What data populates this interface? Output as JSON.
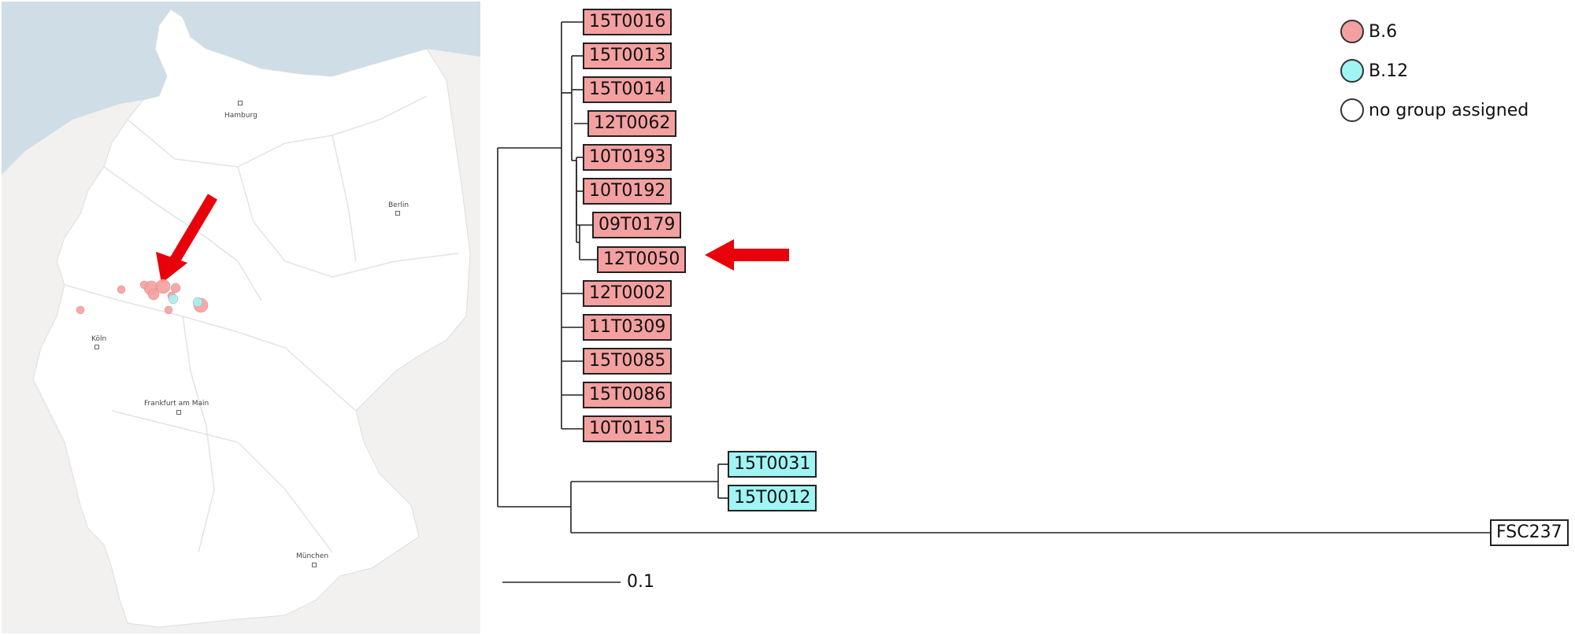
{
  "map": {
    "cities": [
      {
        "name": "Hamburg"
      },
      {
        "name": "Berlin"
      },
      {
        "name": "Köln"
      },
      {
        "name": "Frankfurt am Main"
      },
      {
        "name": "München"
      }
    ],
    "points": [
      {
        "group": "B.6"
      },
      {
        "group": "B.6"
      },
      {
        "group": "B.6"
      },
      {
        "group": "B.6"
      },
      {
        "group": "B.6"
      },
      {
        "group": "B.6"
      },
      {
        "group": "B.12"
      },
      {
        "group": "B.6"
      },
      {
        "group": "B.6"
      },
      {
        "group": "B.12"
      },
      {
        "group": "B.6"
      },
      {
        "group": "B.6"
      }
    ],
    "arrow_color": "#e8000b"
  },
  "tree": {
    "leaves": [
      {
        "label": "15T0016",
        "group": "B.6"
      },
      {
        "label": "15T0013",
        "group": "B.6"
      },
      {
        "label": "15T0014",
        "group": "B.6"
      },
      {
        "label": "12T0062",
        "group": "B.6"
      },
      {
        "label": "10T0193",
        "group": "B.6"
      },
      {
        "label": "10T0192",
        "group": "B.6"
      },
      {
        "label": "09T0179",
        "group": "B.6"
      },
      {
        "label": "12T0050",
        "group": "B.6"
      },
      {
        "label": "12T0002",
        "group": "B.6"
      },
      {
        "label": "11T0309",
        "group": "B.6"
      },
      {
        "label": "15T0085",
        "group": "B.6"
      },
      {
        "label": "15T0086",
        "group": "B.6"
      },
      {
        "label": "10T0115",
        "group": "B.6"
      },
      {
        "label": "15T0031",
        "group": "B.12"
      },
      {
        "label": "15T0012",
        "group": "B.12"
      },
      {
        "label": "FSC237",
        "group": "none"
      }
    ],
    "scale_label": "0.1",
    "highlight_arrow_color": "#e8000b"
  },
  "legend": {
    "items": [
      {
        "label": "B.6",
        "color": "#f4a0a0"
      },
      {
        "label": "B.12",
        "color": "#a0f4f4"
      },
      {
        "label": "no group assigned",
        "color": "#ffffff"
      }
    ]
  },
  "colors": {
    "B.6": "#f4a0a0",
    "B.12": "#a0f4f4",
    "none": "#ffffff",
    "sea": "#cfdde6",
    "land": "#ffffff",
    "neighbor_land": "#f2f1ef"
  }
}
